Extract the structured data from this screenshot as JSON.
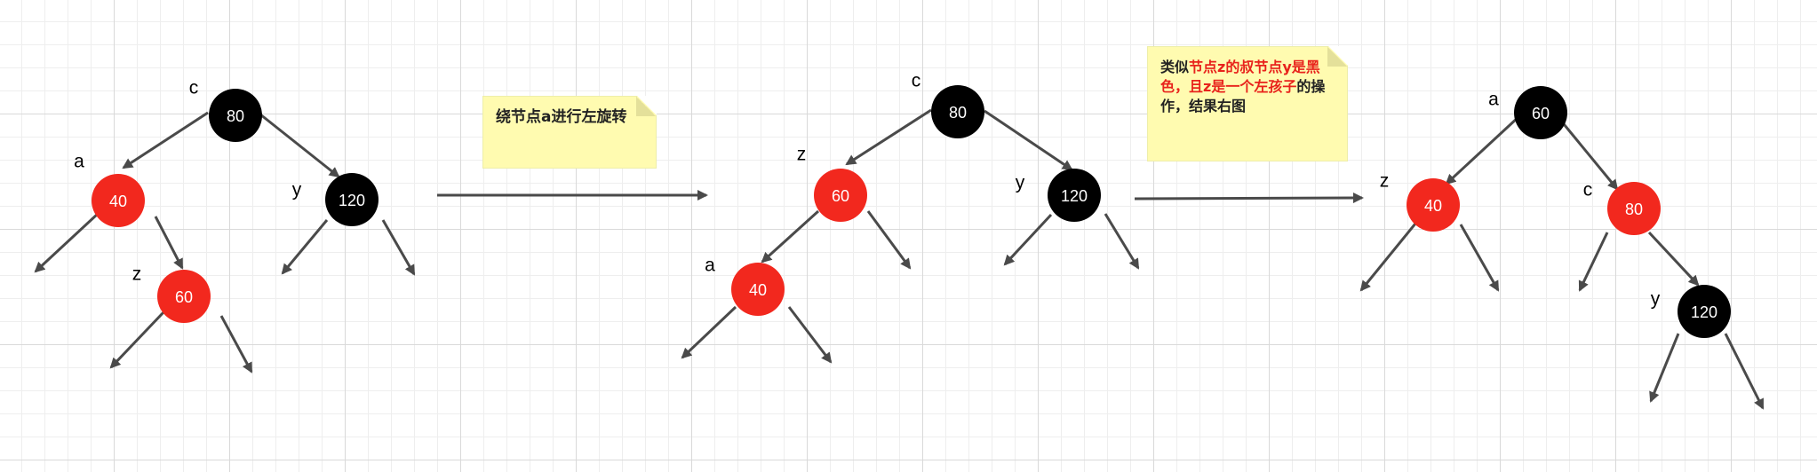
{
  "colors": {
    "red_node": "#f2281e",
    "black_node": "#000000",
    "edge": "#4a4a4a",
    "note_bg": "#fffbb0",
    "highlight": "#e8231c"
  },
  "trees": [
    {
      "id": "tree1",
      "nodes": [
        {
          "key": "80",
          "label": "c",
          "color": "black"
        },
        {
          "key": "40",
          "label": "a",
          "color": "red"
        },
        {
          "key": "120",
          "label": "y",
          "color": "black"
        },
        {
          "key": "60",
          "label": "z",
          "color": "red"
        }
      ]
    },
    {
      "id": "tree2",
      "nodes": [
        {
          "key": "80",
          "label": "c",
          "color": "black"
        },
        {
          "key": "60",
          "label": "z",
          "color": "red"
        },
        {
          "key": "120",
          "label": "y",
          "color": "black"
        },
        {
          "key": "40",
          "label": "a",
          "color": "red"
        }
      ]
    },
    {
      "id": "tree3",
      "nodes": [
        {
          "key": "60",
          "label": "a",
          "color": "black"
        },
        {
          "key": "40",
          "label": "z",
          "color": "red"
        },
        {
          "key": "80",
          "label": "c",
          "color": "red"
        },
        {
          "key": "120",
          "label": "y",
          "color": "black"
        }
      ]
    }
  ],
  "notes": {
    "note1": {
      "text": "绕节点a进行左旋转"
    },
    "note2": {
      "part1": "类似",
      "part2": "节点z的叔节点y是黑色，且z是一个左孩子",
      "part3": "的操作，结果右图"
    }
  }
}
